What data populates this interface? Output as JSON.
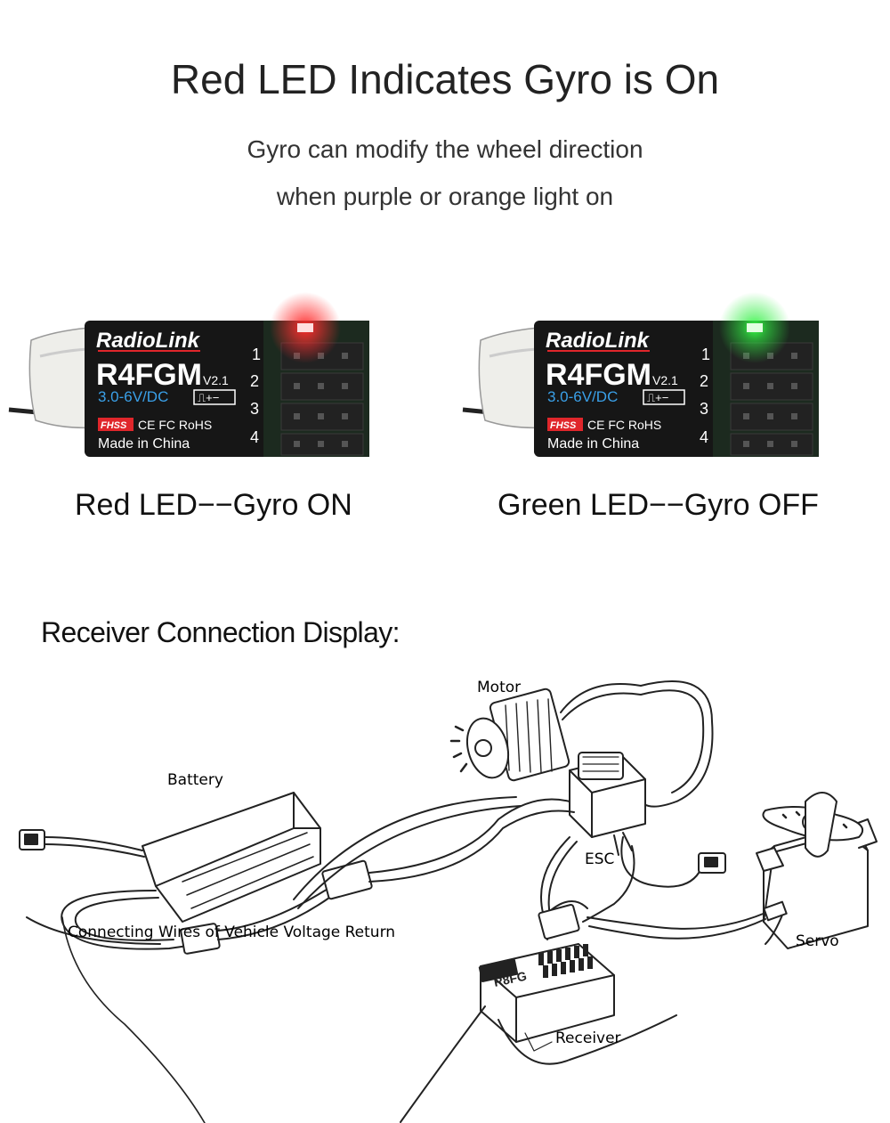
{
  "heading": {
    "title": "Red LED Indicates Gyro is On",
    "subtitle_line1": "Gyro can modify the wheel direction",
    "subtitle_line2": "when purple or orange light on"
  },
  "receivers": [
    {
      "led_color": "#ff2020",
      "brand": "RadioLink",
      "model": "R4FGM",
      "version": "V2.1",
      "voltage": "3.0-6V/DC",
      "signal_mark": "⎍+−",
      "badge": "FHSS",
      "certs": "CE FC RoHS",
      "origin": "Made in China",
      "channels": [
        "1",
        "2",
        "3",
        "4"
      ],
      "caption": "Red LED−−Gyro ON"
    },
    {
      "led_color": "#22dd33",
      "brand": "RadioLink",
      "model": "R4FGM",
      "version": "V2.1",
      "voltage": "3.0-6V/DC",
      "signal_mark": "⎍+−",
      "badge": "FHSS",
      "certs": "CE FC RoHS",
      "origin": "Made in China",
      "channels": [
        "1",
        "2",
        "3",
        "4"
      ],
      "caption": "Green LED−−Gyro OFF"
    }
  ],
  "connection": {
    "heading": "Receiver Connection Display:",
    "labels": {
      "motor": "Motor",
      "battery": "Battery",
      "esc": "ESC",
      "servo": "Servo",
      "return_wires": "Connecting Wires of Vehicle Voltage Return",
      "receiver": "Receiver",
      "receiver_model": "R8FG"
    }
  },
  "colors": {
    "accent_blue": "#3aa0e8",
    "badge_red": "#e0262b",
    "board_black": "#161616"
  }
}
